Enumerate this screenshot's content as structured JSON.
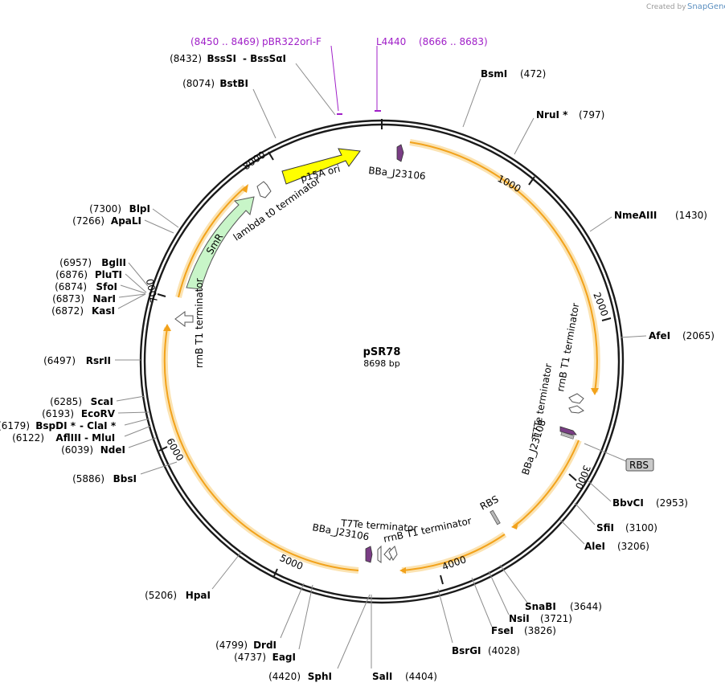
{
  "plasmid": {
    "name": "pSR78",
    "length_text": "8698 bp",
    "length_bp": 8698
  },
  "credit": {
    "prefix": "Created by",
    "brand": "SnapGene"
  },
  "primers": [
    {
      "range": "(8450 .. 8469)",
      "name": "pBR322ori-F",
      "site_bp": 8459
    },
    {
      "name": "L4440",
      "range": "(8666 .. 8683)",
      "site_bp": 8674
    }
  ],
  "sites_right": [
    {
      "name": "BsmI",
      "pos": "(472)",
      "bp": 472
    },
    {
      "name": "NruI *",
      "pos": "(797)",
      "bp": 797
    },
    {
      "name": "NmeAIII",
      "pos": "(1430)",
      "bp": 1430
    },
    {
      "name": "AfeI",
      "pos": "(2065)",
      "bp": 2065
    },
    {
      "name": "BbvCI",
      "pos": "(2953)",
      "bp": 2953
    },
    {
      "name": "SfiI",
      "pos": "(3100)",
      "bp": 3100
    },
    {
      "name": "AleI",
      "pos": "(3206)",
      "bp": 3206
    },
    {
      "name": "SnaBI",
      "pos": "(3644)",
      "bp": 3644
    },
    {
      "name": "NsiI",
      "pos": "(3721)",
      "bp": 3721
    },
    {
      "name": "FseI",
      "pos": "(3826)",
      "bp": 3826
    },
    {
      "name": "BsrGI",
      "pos": "(4028)",
      "bp": 4028
    },
    {
      "name": "SalI",
      "pos": "(4404)",
      "bp": 4404
    }
  ],
  "sites_left": [
    {
      "name": "SphI",
      "pos": "(4420)",
      "bp": 4420
    },
    {
      "name": "EagI",
      "pos": "(4737)",
      "bp": 4737
    },
    {
      "name": "DrdI",
      "pos": "(4799)",
      "bp": 4799
    },
    {
      "name": "HpaI",
      "pos": "(5206)",
      "bp": 5206
    },
    {
      "name": "BbsI",
      "pos": "(5886)",
      "bp": 5886
    },
    {
      "name": "NdeI",
      "pos": "(6039)",
      "bp": 6039
    },
    {
      "name": "AflIII",
      "pos": "(6122)",
      "bp": 6122,
      "extra": "- MluI"
    },
    {
      "name": "BspDI *",
      "pos": "(6179)",
      "bp": 6179,
      "extra": "- ClaI *"
    },
    {
      "name": "EcoRV",
      "pos": "(6193)",
      "bp": 6193
    },
    {
      "name": "ScaI",
      "pos": "(6285)",
      "bp": 6285
    },
    {
      "name": "RsrII",
      "pos": "(6497)",
      "bp": 6497
    },
    {
      "name": "KasI",
      "pos": "(6872)",
      "bp": 6872
    },
    {
      "name": "NarI",
      "pos": "(6873)",
      "bp": 6873
    },
    {
      "name": "SfoI",
      "pos": "(6874)",
      "bp": 6874
    },
    {
      "name": "PluTI",
      "pos": "(6876)",
      "bp": 6876
    },
    {
      "name": "BglII",
      "pos": "(6957)",
      "bp": 6957
    },
    {
      "name": "ApaLI",
      "pos": "(7266)",
      "bp": 7266
    },
    {
      "name": "BlpI",
      "pos": "(7300)",
      "bp": 7300
    },
    {
      "name": "BstBI",
      "pos": "(8074)",
      "bp": 8074
    },
    {
      "name": "BssSI",
      "pos": "(8432)",
      "bp": 8432,
      "extra": "- BssSαI"
    }
  ],
  "ticks": [
    "1000",
    "2000",
    "3000",
    "4000",
    "5000",
    "6000",
    "7000",
    "8000"
  ],
  "features": {
    "p15a_ori": "p15A ori",
    "smr": "SmR",
    "lambda_t0": "lambda t0 terminator",
    "rrnb_left": "rrnB T1 terminator",
    "bba_top": "BBa_J23106",
    "rrnb_right": "rrnB T1 terminator",
    "t7te_right": "T7Te terminator",
    "bba_right": "BBa_J23108",
    "rbs_box": "RBS",
    "rbs_bottom": "RBS",
    "rrnb_bottom": "rrnB T1 terminator",
    "t7te_bottom": "T7Te terminator",
    "bba_bottom": "BBa_J23106"
  },
  "colors": {
    "orf_fill": "#f2a21b",
    "orf_glow": "#fbe3b2",
    "p15a_fill": "#ffff00",
    "smr_fill": "#c8f5c8",
    "promoter_fill": "#7a3d85",
    "primer": "#a020c8",
    "backbone": "#1a1a1a"
  }
}
